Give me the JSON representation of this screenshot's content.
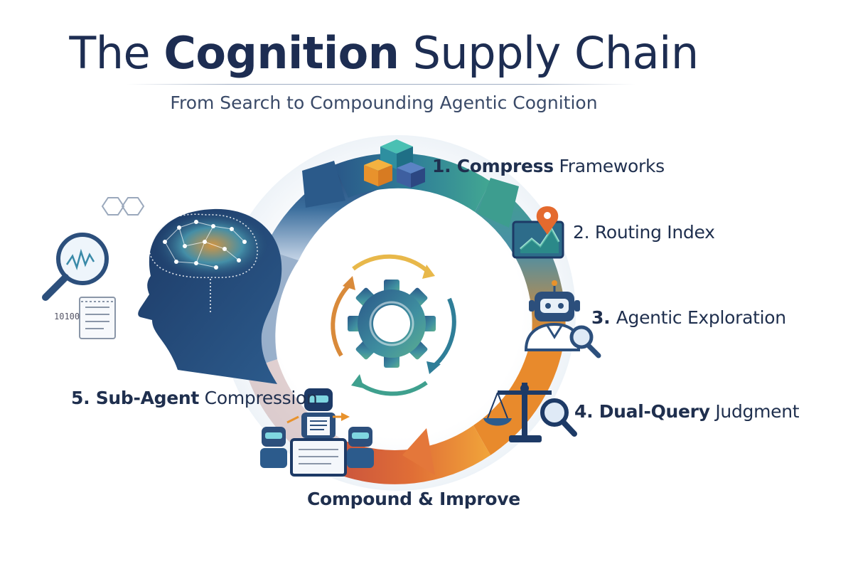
{
  "header": {
    "title_pre": "The ",
    "title_bold": "Cognition",
    "title_post": " Supply Chain",
    "subtitle": "From Search to Compounding Agentic Cognition"
  },
  "steps": [
    {
      "num": "1. ",
      "bold": "Compress",
      "rest": " Frameworks",
      "icon": "cubes-icon"
    },
    {
      "num": "2. ",
      "bold": "",
      "rest": "Routing Index",
      "icon": "map-pin-icon"
    },
    {
      "num": "3. ",
      "bold": "",
      "rest": "Agentic Exploration",
      "icon": "robot-magnifier-icon"
    },
    {
      "num": "4. ",
      "bold": "Dual-Query",
      "rest": " Judgment",
      "icon": "scales-magnifier-icon"
    },
    {
      "num": "5. ",
      "bold": "Sub-Agent",
      "rest": " Compression",
      "icon": "sub-agents-icon"
    }
  ],
  "center_label": "Compound & Improve",
  "binary_text": "10100",
  "colors": {
    "navy": "#1d2d52",
    "teal": "#3fa08e",
    "blue": "#2c5b8c",
    "orange": "#e78a2a",
    "red_orange": "#d9623a"
  }
}
